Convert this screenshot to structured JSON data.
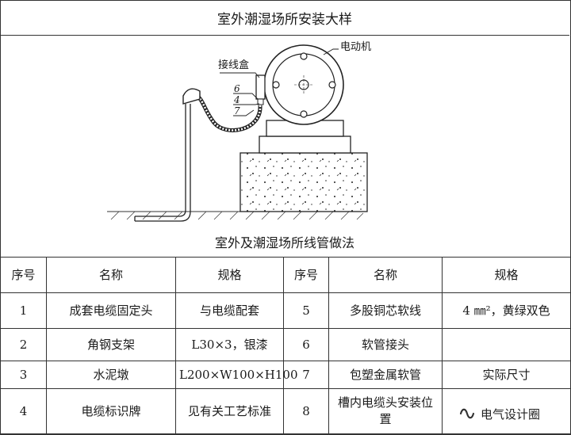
{
  "title": "室外潮湿场所安装大样",
  "drawing": {
    "labels": {
      "motor": "电动机",
      "junction_box": "接线盒",
      "n6": "6",
      "n4": "4",
      "n7": "7"
    },
    "caption": "室外及潮湿场所线管做法"
  },
  "table": {
    "headers": [
      "序号",
      "名称",
      "规格",
      "序号",
      "名称",
      "规格"
    ],
    "rows": [
      [
        "1",
        "成套电缆固定头",
        "与电缆配套",
        "5",
        "多股铜芯软线",
        "4 ㎜²，黄绿双色"
      ],
      [
        "2",
        "角钢支架",
        "L30×3，银漆",
        "6",
        "软管接头",
        ""
      ],
      [
        "3",
        "水泥墩",
        "L200×W100×H100",
        "7",
        "包塑金属软管",
        "实际尺寸"
      ],
      [
        "4",
        "电缆标识牌",
        "见有关工艺标准",
        "8",
        "槽内电缆头安装位置",
        ""
      ]
    ]
  },
  "watermark": {
    "text": "电气设计圈",
    "icon": "wechat-channel-logo"
  }
}
